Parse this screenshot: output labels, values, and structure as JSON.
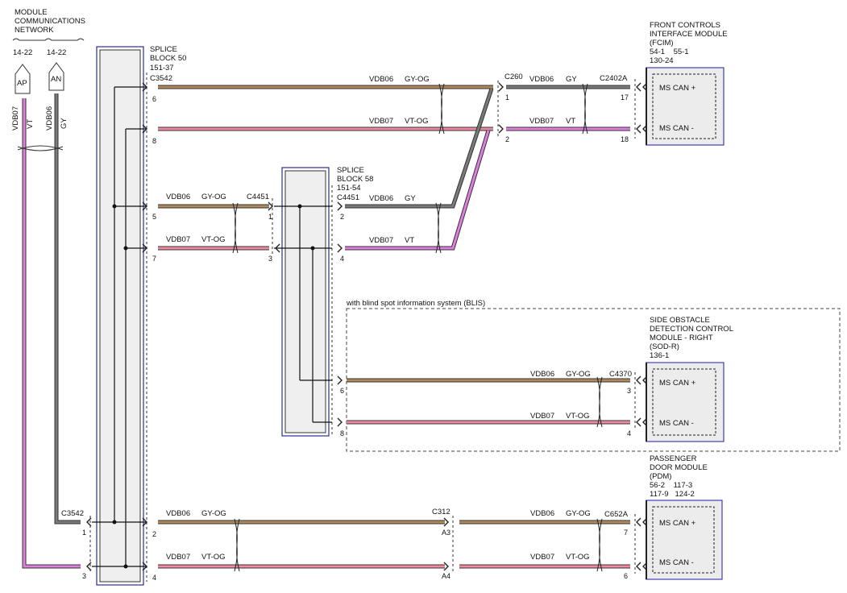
{
  "network": {
    "title_lines": [
      "MODULE",
      "COMMUNICATIONS",
      "NETWORK"
    ],
    "left_ref": "14-22",
    "right_ref": "14-22",
    "left_tag": "AP",
    "right_tag": "AN",
    "left_circuit": "VDB07",
    "left_color": "VT",
    "right_circuit": "VDB06",
    "right_color": "GY"
  },
  "splice50": {
    "title_lines": [
      "SPLICE",
      "BLOCK 50"
    ],
    "ref": "151-37"
  },
  "splice58": {
    "title_lines": [
      "SPLICE",
      "BLOCK 58"
    ],
    "ref": "151-54"
  },
  "fcim": {
    "title_lines": [
      "FRONT CONTROLS",
      "INTERFACE MODULE",
      "(FCIM)"
    ],
    "refs_lines": [
      "54-1    55-1",
      "130-24"
    ],
    "pin_plus": "MS CAN +",
    "pin_minus": "MS CAN -"
  },
  "sodr": {
    "title_lines": [
      "SIDE OBSTACLE",
      "DETECTION CONTROL",
      "MODULE - RIGHT",
      "(SOD-R)"
    ],
    "refs_lines": [
      "136-1"
    ],
    "pin_plus": "MS CAN +",
    "pin_minus": "MS CAN -"
  },
  "pdm": {
    "title_lines": [
      "PASSENGER",
      "DOOR MODULE",
      "(PDM)"
    ],
    "refs_lines": [
      "56-2    117-3",
      "117-9   124-2"
    ],
    "pin_plus": "MS CAN +",
    "pin_minus": "MS CAN -"
  },
  "blis_label": "with blind spot information system (BLIS)",
  "connectors": {
    "c3542": "C3542",
    "c3542_bottom": "C3542",
    "c260": "C260",
    "c2402a": "C2402A",
    "c4451_left": "C4451",
    "c4451_right": "C4451",
    "c4370": "C4370",
    "c312": "C312",
    "c652a": "C652A"
  },
  "wires": {
    "w_s50_6": [
      "VDB06",
      "GY-OG"
    ],
    "w_s50_8": [
      "VDB07",
      "VT-OG"
    ],
    "w_fcim_1": [
      "VDB06",
      "GY"
    ],
    "w_fcim_2": [
      "VDB07",
      "VT"
    ],
    "w_s50_5": [
      "VDB06",
      "GY-OG"
    ],
    "w_s50_7": [
      "VDB07",
      "VT-OG"
    ],
    "w_s58_2": [
      "VDB06",
      "GY"
    ],
    "w_s58_4": [
      "VDB07",
      "VT"
    ],
    "w_sod_6": [
      "VDB06",
      "GY-OG"
    ],
    "w_sod_8": [
      "VDB07",
      "VT-OG"
    ],
    "w_s50_2": [
      "VDB06",
      "GY-OG"
    ],
    "w_s50_4": [
      "VDB07",
      "VT-OG"
    ],
    "w_pdm_a3": [
      "VDB06",
      "GY-OG"
    ],
    "w_pdm_a4": [
      "VDB07",
      "VT-OG"
    ]
  },
  "pins": {
    "s50_6": "6",
    "s50_8": "8",
    "s50_5": "5",
    "s50_7": "7",
    "s50_2": "2",
    "s50_4": "4",
    "c260_1": "1",
    "c260_2": "2",
    "fcim_17": "17",
    "fcim_18": "18",
    "c4451_1": "1",
    "c4451_3": "3",
    "s58_2": "2",
    "s58_4": "4",
    "s58_6": "6",
    "s58_8": "8",
    "sod_3": "3",
    "sod_4": "4",
    "net_1": "1",
    "net_3": "3",
    "c312_a3": "A3",
    "c312_a4": "A4",
    "pdm_7": "7",
    "pdm_6": "6"
  }
}
